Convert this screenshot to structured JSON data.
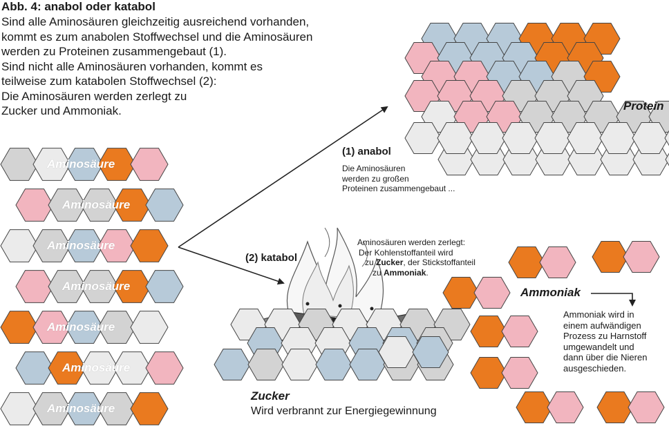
{
  "title": "Abb. 4: anabol oder katabol",
  "intro_lines": [
    "Sind alle Aminosäuren gleichzeitig ausreichend vorhanden,",
    "kommt es zum anabolen Stoffwechsel und die Aminosäuren",
    "werden zu Proteinen zusammengebaut (1).",
    "Sind nicht alle Aminosäuren vorhanden, kommt es",
    "teilweise zum katabolen Stoffwechsel (2):",
    "Die Aminosäuren werden zerlegt zu",
    "Zucker und Ammoniak."
  ],
  "amino_label": "Aminosäure",
  "protein_label": "Protein",
  "anabol": {
    "heading": "(1) anabol",
    "lines": [
      "Die Aminosäuren",
      "werden zu großen",
      "Proteinen zusammengebaut ..."
    ]
  },
  "katabol": {
    "heading": "(2) katabol",
    "lines": [
      "Aminosäuren werden zerlegt:",
      "Der Kohlenstoffanteil wird"
    ],
    "line3_pre": "zu ",
    "line3_bold": "Zucker",
    "line3_post": ", der Stickstoffanteil",
    "line4_pre": "zu ",
    "line4_bold": "Ammoniak",
    "line4_post": "."
  },
  "ammoniak": {
    "label": "Ammoniak",
    "lines": [
      "Ammoniak wird in",
      "einem aufwändigen",
      "Prozess zu Harnstoff",
      "umgewandelt und",
      "dann über die Nieren",
      "ausgeschieden."
    ]
  },
  "zucker": {
    "label": "Zucker",
    "sub": "Wird verbrannt zur Energiegewinnung"
  },
  "colors": {
    "orange": "#ea7a1f",
    "pink": "#f2b5bf",
    "blue": "#b7cad9",
    "gray": "#d3d3d3",
    "light": "#ebebeb"
  }
}
